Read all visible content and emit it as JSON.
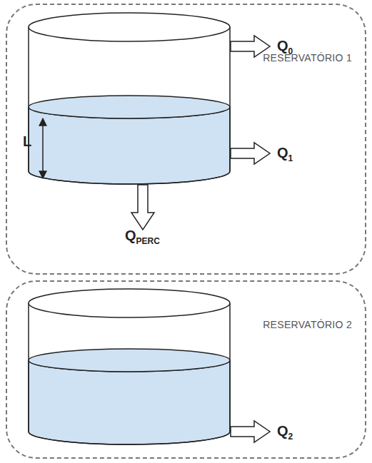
{
  "diagram": {
    "nodes": [
      {
        "text": [
          "RESERVATÓRIO 1"
        ]
      },
      {
        "text": [
          "RESERVATÓRIO 2"
        ]
      }
    ],
    "labels": [
      "Q0",
      "Q1",
      "L",
      "QPERC",
      "Q2"
    ]
  }
}
